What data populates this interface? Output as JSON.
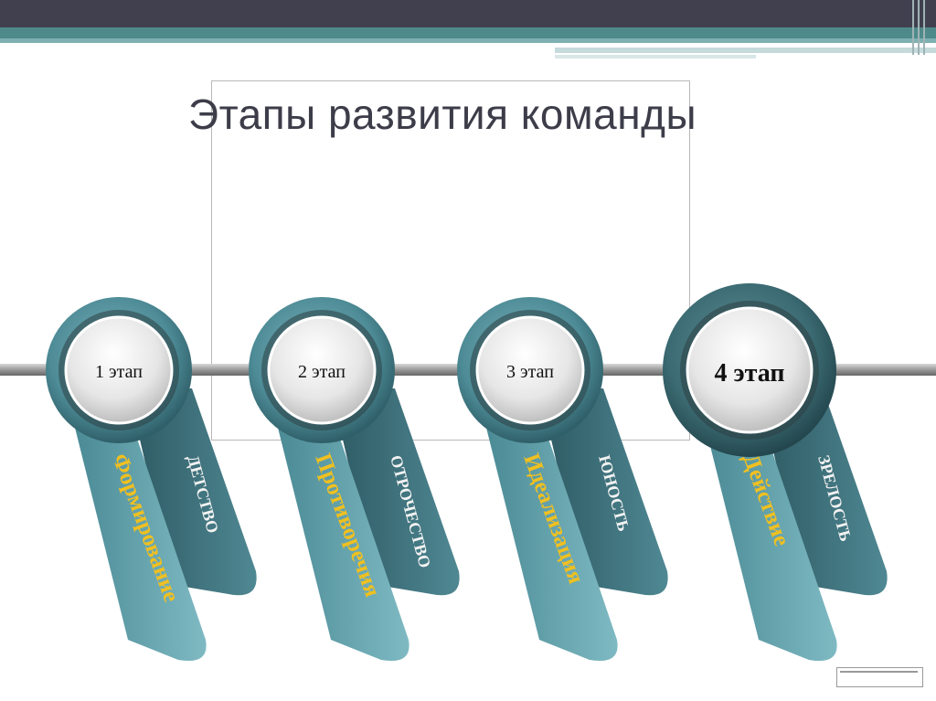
{
  "title": "Этапы развития команды",
  "stages": [
    {
      "label": "1 этап",
      "dark_label": "ДЕТСТВО",
      "light_label": "Формирование"
    },
    {
      "label": "2 этап",
      "dark_label": "ОТРОЧЕСТВО",
      "light_label": "Противоречия"
    },
    {
      "label": "3 этап",
      "dark_label": "ЮНОСТЬ",
      "light_label": "Идеализация"
    },
    {
      "label": "4 этап",
      "dark_label": "ЗРЕЛОСТЬ",
      "light_label": "Действие"
    }
  ],
  "colors": {
    "header_dark": "#40404f",
    "header_teal": "#4f8a8b",
    "ribbon_dark": "#3d6e78",
    "ribbon_light": "#5a9aa6",
    "accent_text": "#f0c020",
    "title_text": "#3d3d4a"
  }
}
